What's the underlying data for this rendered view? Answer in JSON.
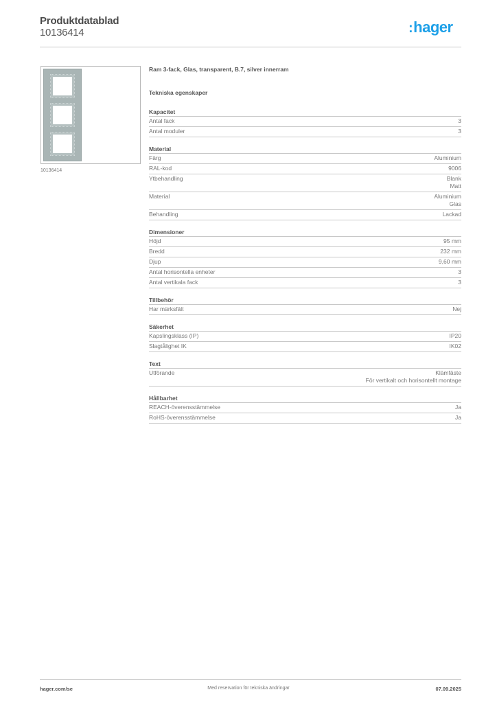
{
  "header": {
    "title": "Produktdatablad",
    "article_number": "10136414",
    "logo_colon": ":",
    "logo_text": "hager",
    "logo_color": "#1ea0e8"
  },
  "image": {
    "caption": "10136414",
    "frame_color": "#a9b5b5"
  },
  "product": {
    "name": "Ram 3-fack, Glas, transparent, B.7, silver innerram",
    "section_heading": "Tekniska egenskaper"
  },
  "groups": [
    {
      "title": "Kapacitet",
      "rows": [
        {
          "label": "Antal fack",
          "values": [
            "3"
          ]
        },
        {
          "label": "Antal moduler",
          "values": [
            "3"
          ]
        }
      ]
    },
    {
      "title": "Material",
      "rows": [
        {
          "label": "Färg",
          "values": [
            "Aluminium"
          ]
        },
        {
          "label": "RAL-kod",
          "values": [
            "9006"
          ]
        },
        {
          "label": "Ytbehandling",
          "values": [
            "Blank",
            "Matt"
          ]
        },
        {
          "label": "Material",
          "values": [
            "Aluminium",
            "Glas"
          ]
        },
        {
          "label": "Behandling",
          "values": [
            "Lackad"
          ]
        }
      ]
    },
    {
      "title": "Dimensioner",
      "rows": [
        {
          "label": "Höjd",
          "values": [
            "95 mm"
          ]
        },
        {
          "label": "Bredd",
          "values": [
            "232 mm"
          ]
        },
        {
          "label": "Djup",
          "values": [
            "9,60 mm"
          ]
        },
        {
          "label": "Antal horisontella enheter",
          "values": [
            "3"
          ]
        },
        {
          "label": "Antal vertikala fack",
          "values": [
            "3"
          ]
        }
      ]
    },
    {
      "title": "Tillbehör",
      "rows": [
        {
          "label": "Har märksfält",
          "values": [
            "Nej"
          ]
        }
      ]
    },
    {
      "title": "Säkerhet",
      "rows": [
        {
          "label": "Kapslingsklass (IP)",
          "values": [
            "IP20"
          ]
        },
        {
          "label": "Slagtålighet IK",
          "values": [
            "IK02"
          ]
        }
      ]
    },
    {
      "title": "Text",
      "rows": [
        {
          "label": "Utförande",
          "values": [
            "Klämfäste",
            "För vertikalt och horisontellt montage"
          ]
        }
      ]
    },
    {
      "title": "Hållbarhet",
      "rows": [
        {
          "label": "REACH-överensstämmelse",
          "values": [
            "Ja"
          ]
        },
        {
          "label": "RoHS-överensstämmelse",
          "values": [
            "Ja"
          ]
        }
      ]
    }
  ],
  "footer": {
    "website": "hager.com/se",
    "disclaimer": "Med reservation för tekniska ändringar",
    "date": "07.09.2025"
  }
}
